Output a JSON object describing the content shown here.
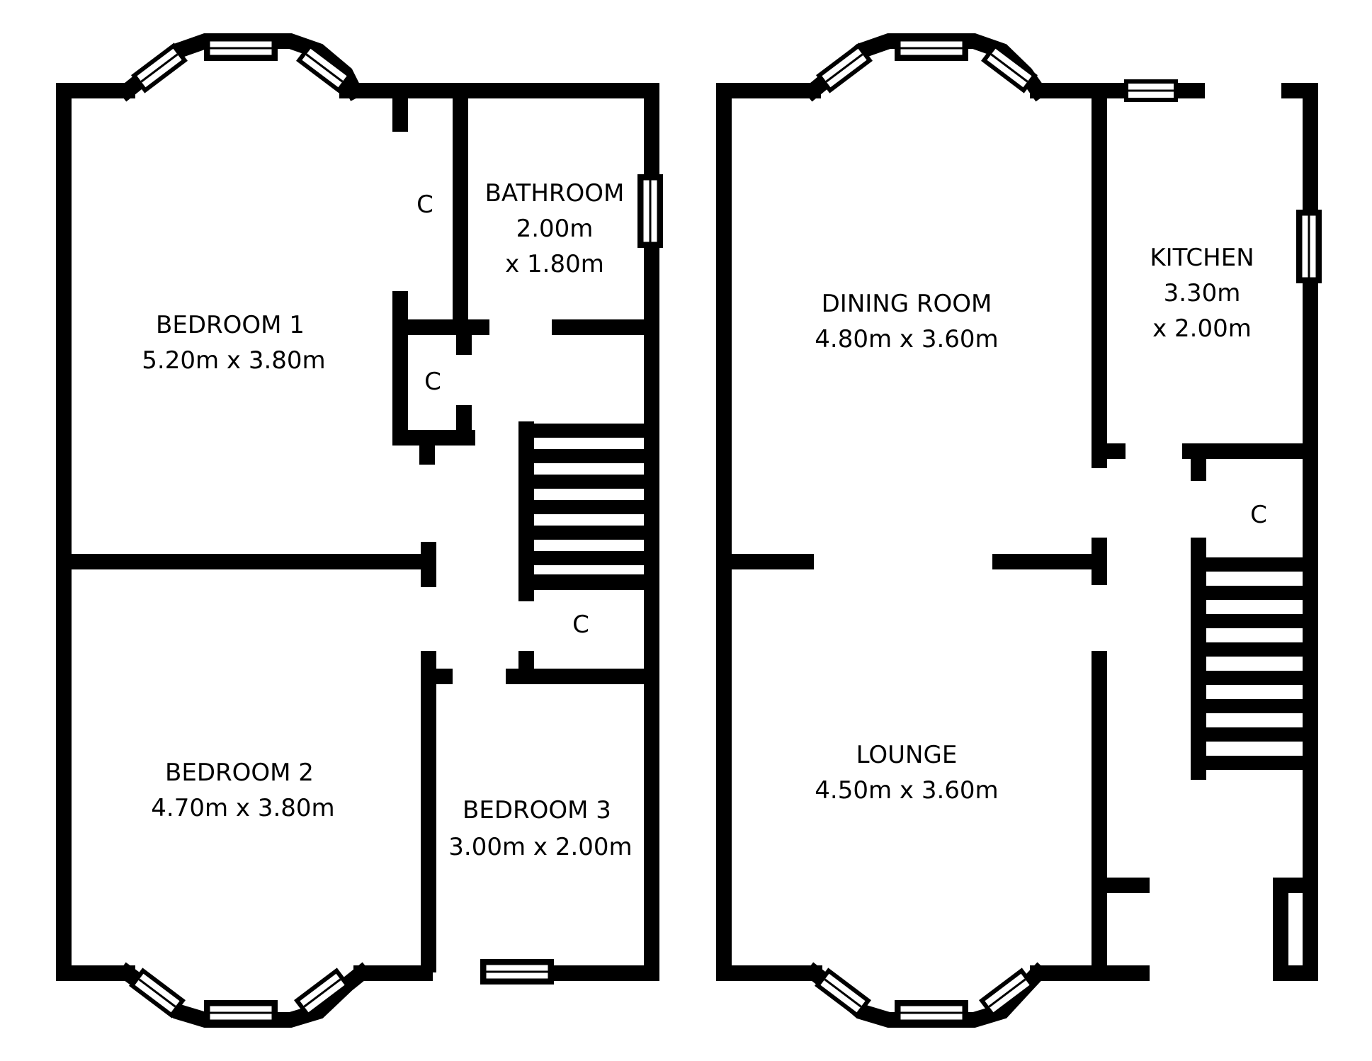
{
  "upper_floor": {
    "bedroom1": {
      "name": "BEDROOM 1",
      "size": "5.20m x 3.80m"
    },
    "bathroom": {
      "name": "BATHROOM",
      "size_line1": "2.00m",
      "size_line2": "x 1.80m"
    },
    "bedroom2": {
      "name": "BEDROOM 2",
      "size": "4.70m x 3.80m"
    },
    "bedroom3": {
      "name": "BEDROOM 3",
      "size": "3.00m x 2.00m"
    },
    "cupboard_top": "C",
    "cupboard_middle": "C",
    "cupboard_landing": "C"
  },
  "ground_floor": {
    "dining_room": {
      "name": "DINING ROOM",
      "size": "4.80m x 3.60m"
    },
    "kitchen": {
      "name": "KITCHEN",
      "size_line1": "3.30m",
      "size_line2": "x 2.00m"
    },
    "lounge": {
      "name": "LOUNGE",
      "size": "4.50m x 3.60m"
    },
    "cupboard_hall": "C"
  },
  "colors": {
    "wall": "#000000",
    "background": "#ffffff"
  }
}
